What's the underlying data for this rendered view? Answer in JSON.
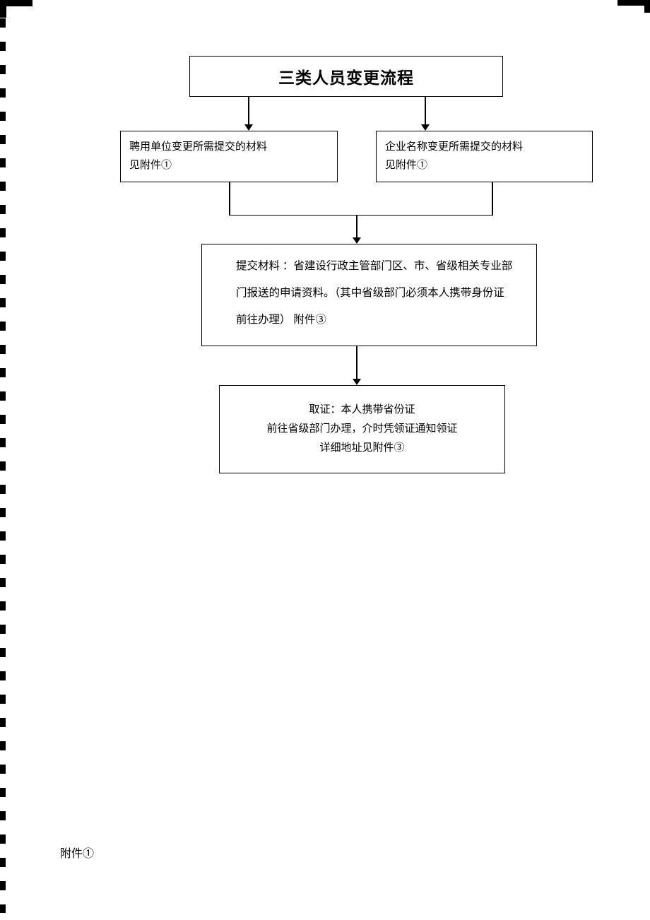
{
  "colors": {
    "ink": "#000000",
    "paper": "#ffffff"
  },
  "flowchart": {
    "title": "三类人员变更流程",
    "box_left": {
      "line1": "聘用单位变更所需提交的材料",
      "line2": "见附件①"
    },
    "box_right": {
      "line1": "企业名称变更所需提交的材料",
      "line2": "见附件①"
    },
    "box_submit": {
      "line1": "提交材料 ：省建设行政主管部门区、市、省级相关专业部",
      "line2": "门报送的申请资料。（其中省级部门必须本人携带身份证",
      "line3": "前往办理）  附件③"
    },
    "box_obtain": {
      "line1": "取证：本人携带省份证",
      "line2": "前往省级部门办理，介时凭领证通知领证",
      "line3": "详细地址见附件③"
    },
    "footer": "附件①"
  }
}
